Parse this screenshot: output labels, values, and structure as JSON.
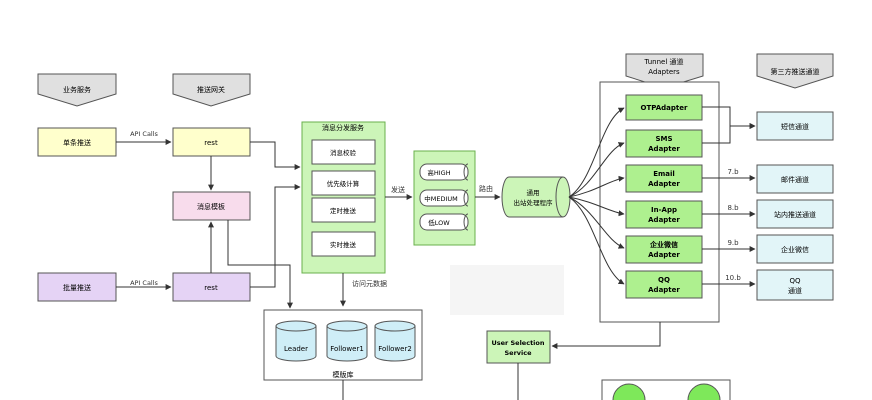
{
  "headers": {
    "business": "业务服务",
    "gateway": "推送网关",
    "tunnel": [
      "Tunnel 通道",
      "Adapters"
    ],
    "third_party": "第三方推送通道"
  },
  "left_boxes": {
    "single_push": "单条推送",
    "batch_push": "批量推送",
    "rest_top": "rest",
    "rest_bottom": "rest",
    "template": "消息模板"
  },
  "edge_labels": {
    "api_calls_top": "API Calls",
    "api_calls_bottom": "API Calls",
    "send": "发送",
    "route": "路由",
    "access_metadata": "访问元数据"
  },
  "dispatch": {
    "title": "消息分发服务",
    "items": [
      "消息校验",
      "优先级计算",
      "定时推送",
      "实时推送"
    ]
  },
  "queues": [
    "高HIGH",
    "中MEDIUM",
    "低LOW"
  ],
  "outbound": [
    "通用",
    "出站处理程序"
  ],
  "adapters": [
    [
      "OTPAdapter"
    ],
    [
      "SMS",
      "Adapter"
    ],
    [
      "Email",
      "Adapter"
    ],
    [
      "In-App",
      "Adapter"
    ],
    [
      "企业微信",
      "Adapter"
    ],
    [
      "QQ",
      "Adapter"
    ]
  ],
  "channels": [
    [
      "短信通道"
    ],
    [
      "邮件通道"
    ],
    [
      "站内推送通道"
    ],
    [
      "企业微信"
    ],
    [
      "QQ",
      "通道"
    ]
  ],
  "step_labels": [
    "7.b",
    "8.b",
    "9.b",
    "10.b"
  ],
  "db": {
    "title": "模版库",
    "nodes": [
      "Leader",
      "Follower1",
      "Follower2"
    ]
  },
  "user_selection": [
    "User Selection",
    "Service"
  ],
  "colors": {
    "yellow": "#ffffcc",
    "purple": "#e5d3f5",
    "pink": "#f8dcec",
    "green": "#ccf5b8",
    "green_dark": "#aef08f",
    "cyan": "#e2f5f8",
    "db_blue": "#cfeef7"
  }
}
